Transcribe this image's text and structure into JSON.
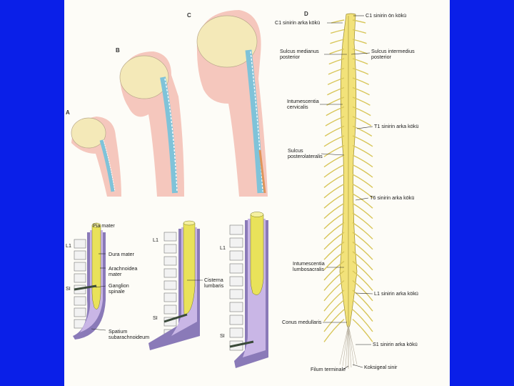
{
  "panels": {
    "a": "A",
    "b": "B",
    "c": "C",
    "d": "D"
  },
  "colors": {
    "background": "#0a1fe8",
    "plate": "#fdfcf7",
    "nerve": "#f2e27a",
    "body": "#f5c7bd",
    "csf": "#c9b6e6",
    "vertebra": "#bfe2ee"
  },
  "spinal_cord_labels": {
    "c1_arka": "C1 sinirin arka kökü",
    "c1_on": "C1 sinirin ön kökü",
    "sulcus_medianus_1": "Sulcus medianus",
    "sulcus_medianus_2": "posterior",
    "sulcus_intermedius_1": "Sulcus intermedius",
    "sulcus_intermedius_2": "posterior",
    "int_cerv_1": "Intumescentia",
    "int_cerv_2": "cervicalis",
    "t1": "T1 sinirin arka kökü",
    "sulcus_post_1": "Sulcus",
    "sulcus_post_2": "posterolateralis",
    "t6": "T6 sinirin arka kökü",
    "int_lumb_1": "Intumescentia",
    "int_lumb_2": "lumbosacralis",
    "l1": "L1 sinirin arka kökü",
    "conus": "Conus medullaris",
    "s1": "S1 sinirin arka kökü",
    "filum": "Filum terminale",
    "koksigeal": "Koksigeal sinir"
  },
  "meninges_labels": {
    "pia": "Pia mater",
    "dura": "Dura mater",
    "arach_1": "Arachnoidea",
    "arach_2": "mater",
    "ganglion_1": "Ganglion",
    "ganglion_2": "spinale",
    "spatium_1": "Spatium",
    "spatium_2": "subarachnoideum",
    "cisterna_1": "Cisterna",
    "cisterna_2": "lumbaris",
    "l1": "L1",
    "s1": "SI"
  }
}
